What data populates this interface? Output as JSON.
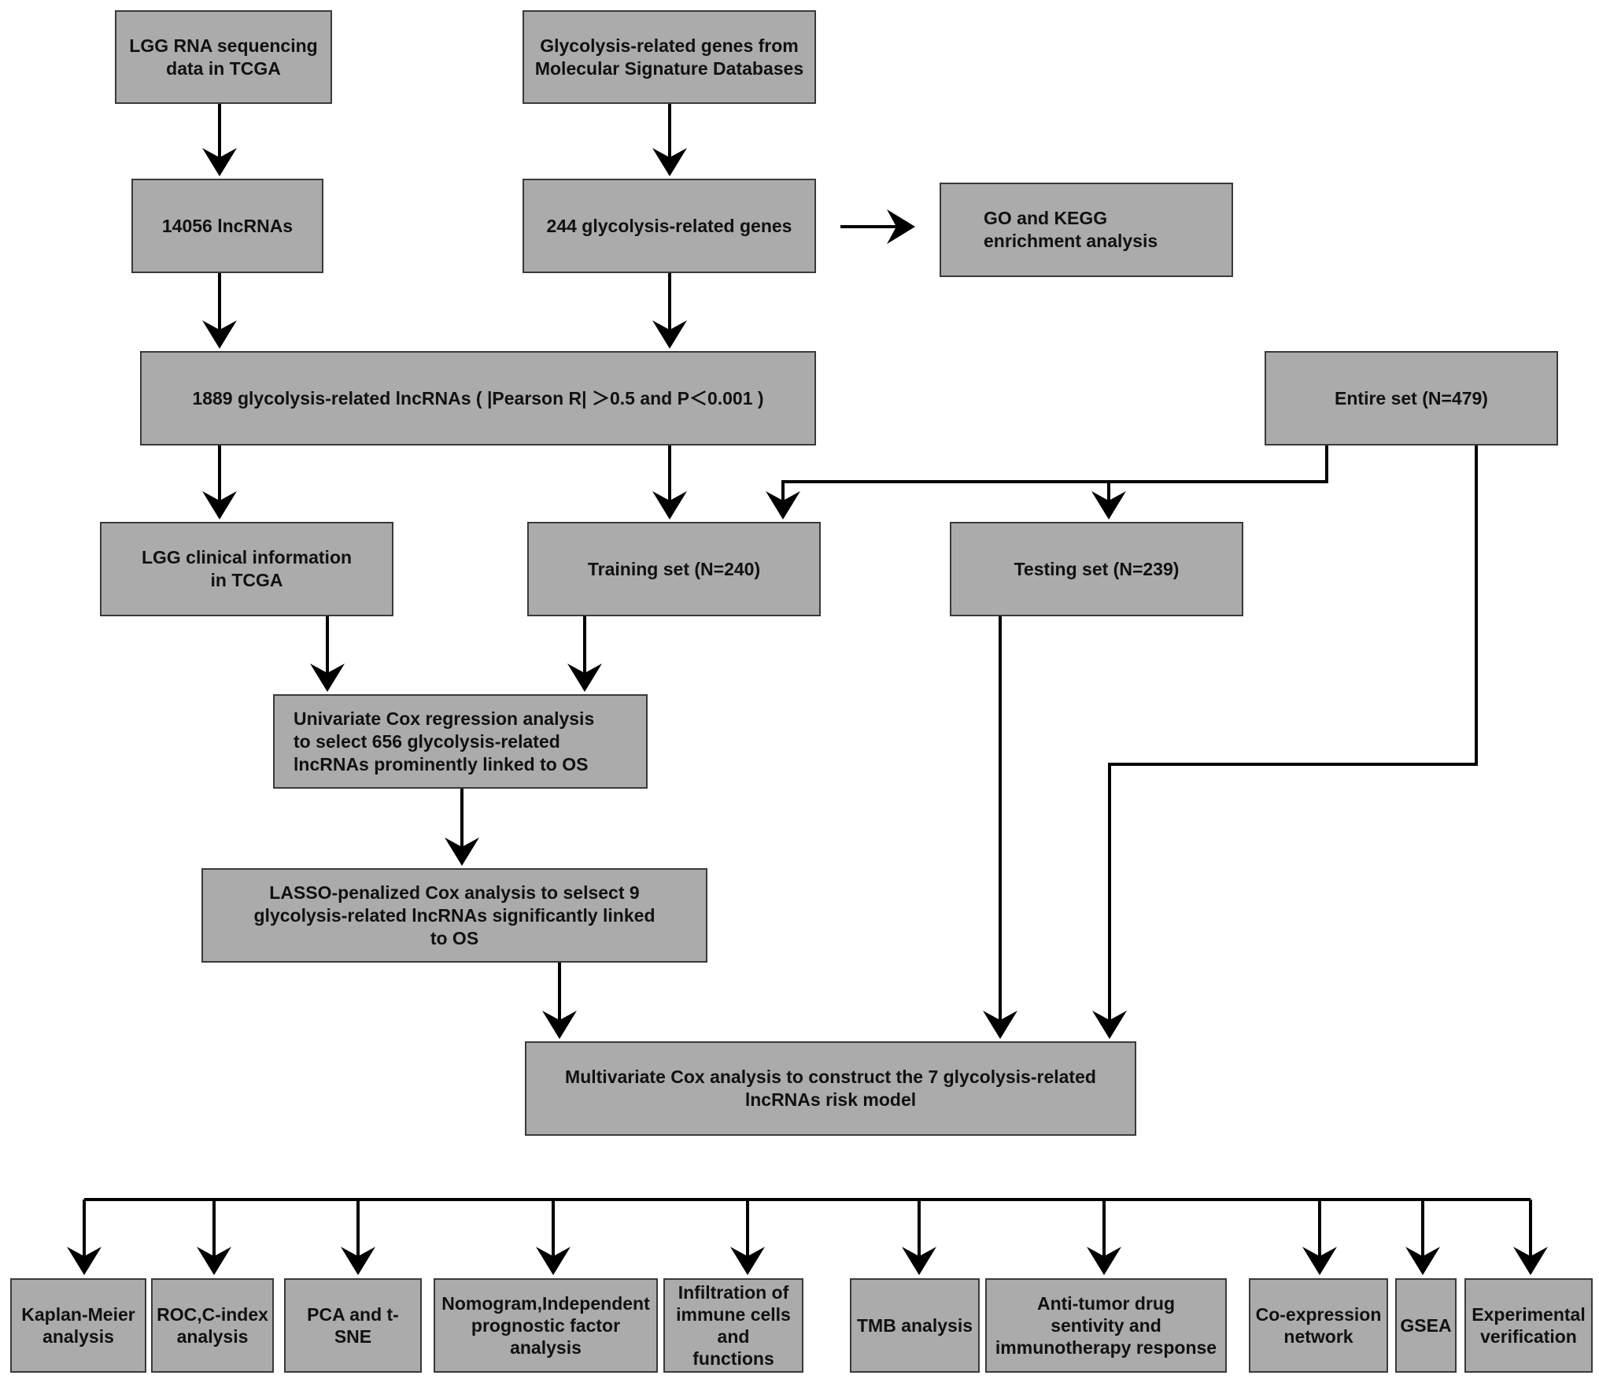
{
  "diagram": {
    "nodes": {
      "lgg_rna": "LGG RNA sequencing\ndata in TCGA",
      "glyco_genes_source": "Glycolysis-related genes from\nMolecular Signature Databases",
      "lncrnas_14056": "14056 lncRNAs",
      "genes_244": "244 glycolysis-related genes",
      "go_kegg": "GO and KEGG\nenrichment analysis",
      "lncrnas_1889": "1889 glycolysis-related lncRNAs ( |Pearson R| ＞0.5 and P＜0.001 )",
      "entire_set": "Entire set (N=479)",
      "clinical_info": "LGG clinical information\nin TCGA",
      "training_set": "Training set (N=240)",
      "testing_set": "Testing set (N=239)",
      "univariate": "Univariate Cox regression analysis\nto select 656 glycolysis-related\nlncRNAs prominently linked to OS",
      "lasso": "LASSO-penalized Cox analysis to selsect 9\nglycolysis-related lncRNAs significantly linked\nto OS",
      "multivariate": "Multivariate Cox analysis to construct the 7 glycolysis-related\nlncRNAs risk model"
    },
    "outcomes": [
      "Kaplan-Meier\nanalysis",
      "ROC,C-index\nanalysis",
      "PCA and t-SNE",
      "Nomogram,Independent\nprognostic factor\nanalysis",
      "Infiltration of\nimmune cells and\nfunctions",
      "TMB analysis",
      "Anti-tumor drug\nsentivity and\nimmunotherapy response",
      "Co-expression\nnetwork",
      "GSEA",
      "Experimental\nverification"
    ],
    "colors": {
      "box_fill": "#ababab",
      "box_border": "#3a3a3a",
      "arrow": "#000000",
      "text": "#111111"
    }
  }
}
